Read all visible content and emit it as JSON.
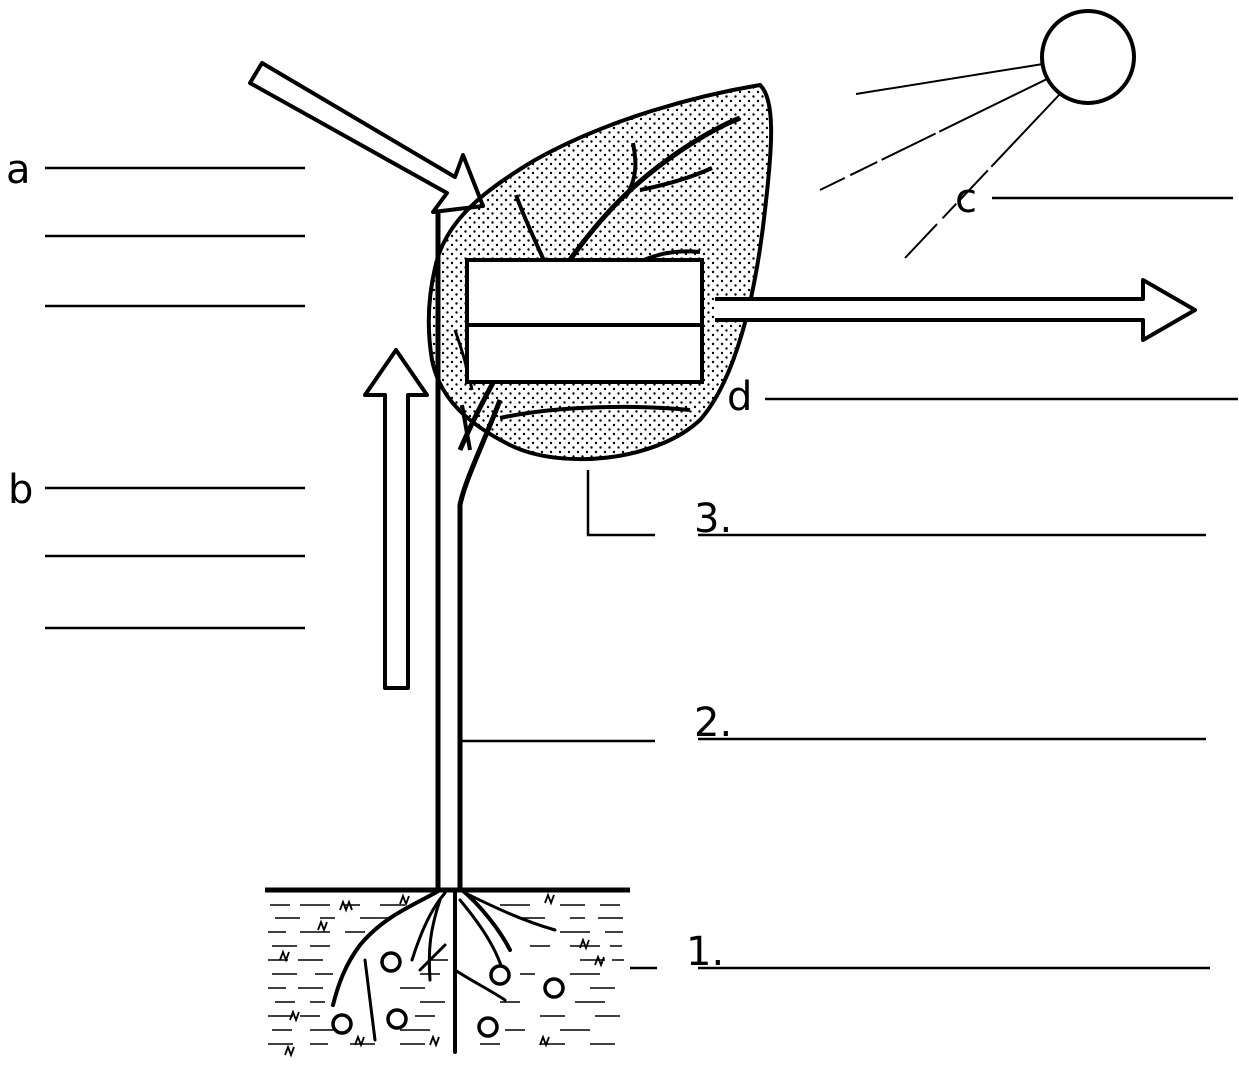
{
  "labels": {
    "a": "a",
    "b": "b",
    "c": "c",
    "d": "d",
    "n1": "1.",
    "n2": "2.",
    "n3": "3."
  },
  "colors": {
    "ink": "#000000",
    "paper": "#ffffff"
  }
}
